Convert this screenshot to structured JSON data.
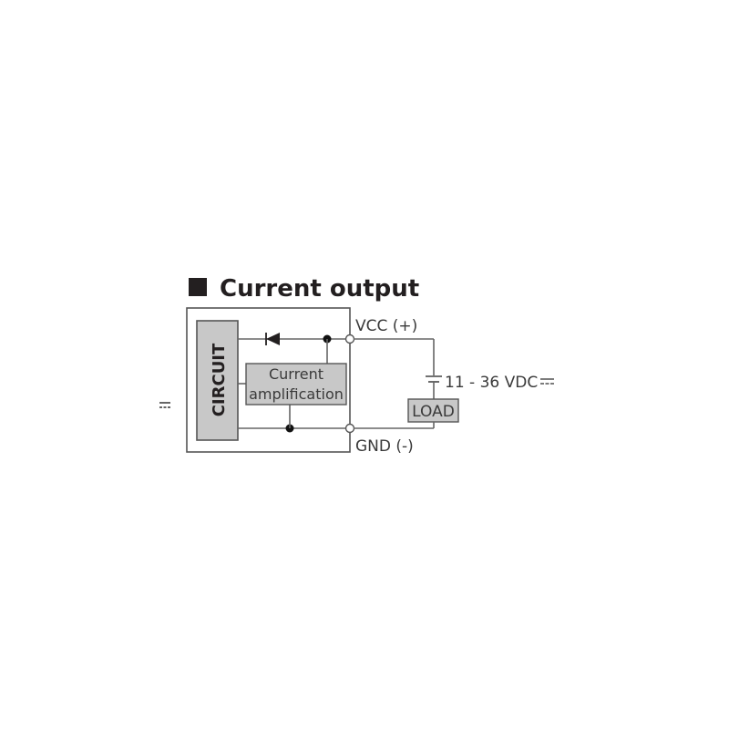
{
  "diagram": {
    "title": "Current output",
    "title_marker": "black-square",
    "blocks": {
      "circuit": "CIRCUIT",
      "amplifier_line1": "Current",
      "amplifier_line2": "amplification",
      "load": "LOAD"
    },
    "terminals": {
      "vcc": "VCC (+)",
      "gnd": "GND (-)"
    },
    "supply": {
      "label": "11 - 36 VDC",
      "symbol": "dc-symbol"
    },
    "side_symbol": "dc-symbol",
    "components": [
      "diode",
      "battery",
      "junction-dot",
      "junction-dot",
      "terminal-circle",
      "terminal-circle"
    ],
    "colors": {
      "block_fill": "#c8c8c8",
      "block_stroke": "#555555",
      "wire": "#666666",
      "title": "#231f20",
      "text": "#3a3a3a"
    }
  }
}
